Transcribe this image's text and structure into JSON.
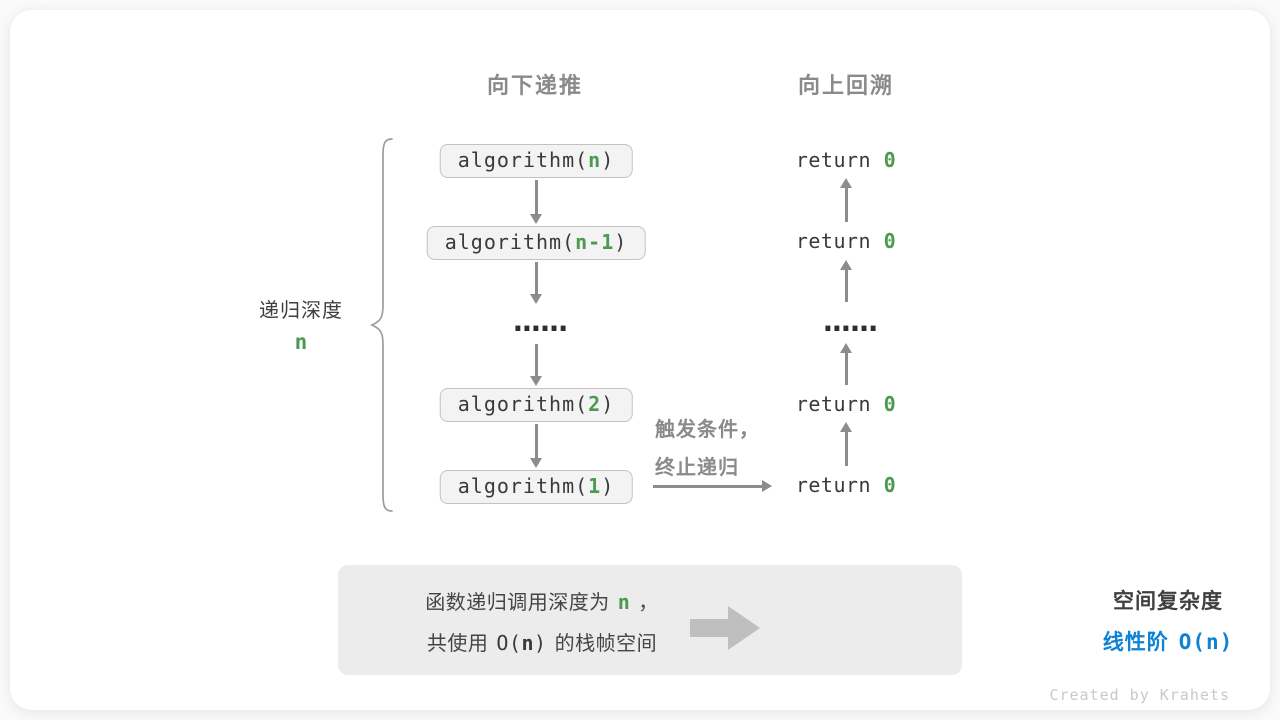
{
  "headers": {
    "recurse": "向下递推",
    "backtrack": "向上回溯"
  },
  "depth_label": {
    "text": "递归深度",
    "value": "n"
  },
  "call_stack": [
    {
      "prefix": "algorithm(",
      "arg": "n",
      "suffix": ")"
    },
    {
      "prefix": "algorithm(",
      "arg": "n-1",
      "suffix": ")"
    },
    {
      "prefix": "algorithm(",
      "arg": "2",
      "suffix": ")"
    },
    {
      "prefix": "algorithm(",
      "arg": "1",
      "suffix": ")"
    }
  ],
  "returns": [
    {
      "prefix": "return ",
      "value": "0"
    },
    {
      "prefix": "return ",
      "value": "0"
    },
    {
      "prefix": "return ",
      "value": "0"
    },
    {
      "prefix": "return ",
      "value": "0"
    }
  ],
  "ellipsis": "......",
  "condition_label": {
    "line1": "触发条件，",
    "line2": "终止递归"
  },
  "summary": {
    "line1": {
      "before": "函数递归调用深度为",
      "var": "n",
      "after": "，"
    },
    "line2": {
      "before": "共使用",
      "big_o_open": "O(",
      "var": "n",
      "big_o_close": ")",
      "after": "的栈帧空间"
    },
    "result": {
      "title": "空间复杂度",
      "label": "线性阶",
      "big_o": "O(n)"
    }
  },
  "credit": "Created by Krahets",
  "colors": {
    "green": "#4c9a4f",
    "blue": "#0e82d5",
    "gray_header": "#8a8a8a",
    "arrow_gray": "#8c8c8c",
    "box_fill": "#f3f3f3",
    "summary_fill": "#ececec"
  }
}
